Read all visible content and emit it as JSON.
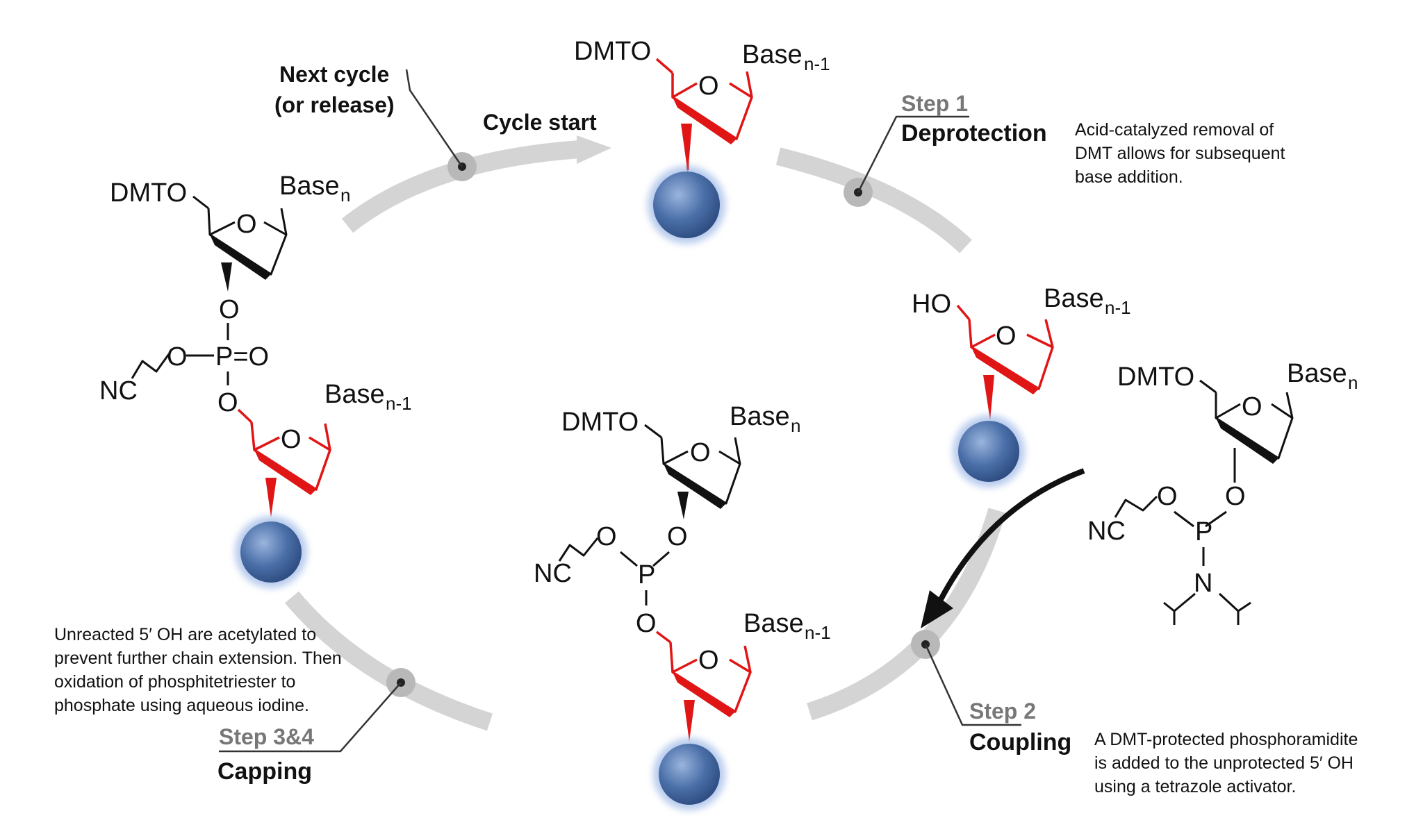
{
  "labels": {
    "next_cycle_l1": "Next cycle",
    "next_cycle_l2": "(or release)",
    "cycle_start": "Cycle start",
    "step1_num": "Step 1",
    "step1_name": "Deprotection",
    "step1_desc": [
      "Acid-catalyzed removal of",
      "DMT allows for subsequent",
      "base addition."
    ],
    "step2_num": "Step 2",
    "step2_name": "Coupling",
    "step2_desc": [
      "A DMT-protected phosphoramidite",
      "is added to the unprotected 5′ OH",
      "using a tetrazole activator."
    ],
    "step34_num": "Step 3&4",
    "step34_name": "Capping",
    "step34_desc": [
      "Unreacted 5′ OH are acetylated to",
      "prevent further chain extension. Then",
      "oxidation of phosphitetriester to",
      "phosphate using aqueous iodine."
    ]
  },
  "chem": {
    "dmto": "DMTO",
    "ho": "HO",
    "base": "Base",
    "sub_n": "n",
    "sub_n1": "n-1",
    "o": "O",
    "p": "P",
    "n": "N",
    "nc": "NC",
    "p_eq_o": "P=O"
  },
  "colors": {
    "ring_red": "#e01515",
    "bead_blue": "#4a6fa8",
    "arc_gray": "#d4d4d4",
    "step_gray": "#777777"
  }
}
